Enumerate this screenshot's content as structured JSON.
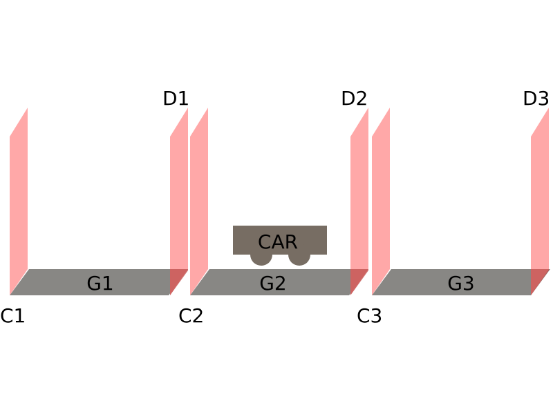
{
  "diagram": {
    "platforms": [
      {
        "label": "G1",
        "corner_label": "C1",
        "wall_label": "D1"
      },
      {
        "label": "G2",
        "corner_label": "C2",
        "wall_label": "D2"
      },
      {
        "label": "G3",
        "corner_label": "C3",
        "wall_label": "D3"
      }
    ],
    "car": {
      "label": "CAR"
    }
  },
  "colors": {
    "platform": "#888784",
    "wall": "#ff9e9e",
    "wall_overlap": "#c0504d",
    "car": "#776d63"
  }
}
